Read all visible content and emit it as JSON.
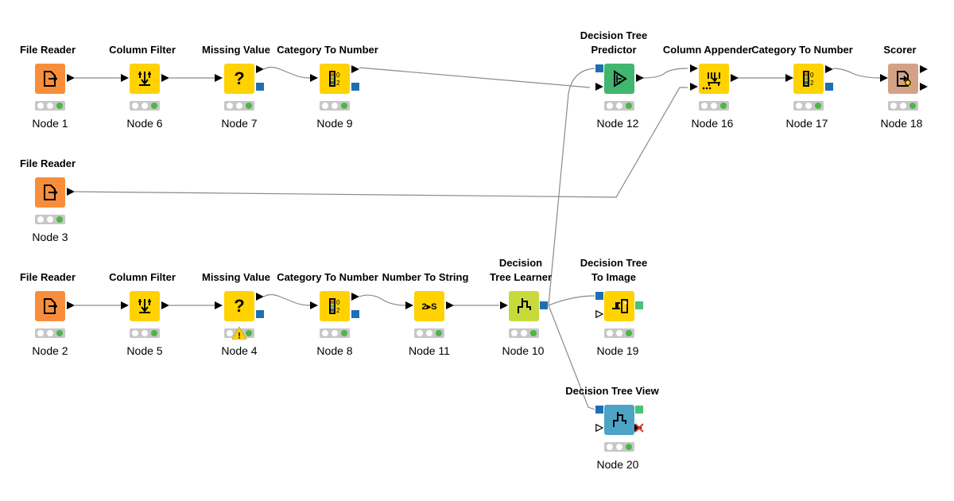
{
  "colors": {
    "reader": "#f88e3b",
    "manipulator": "#ffd200",
    "predictor": "#41b66f",
    "learner": "#c8d93b",
    "scorer": "#d3a286",
    "view": "#4da3c6",
    "status_ok": "#4cb648",
    "port_model": "#1f6eb4",
    "port_image": "#49c27a",
    "connection": "#8a8a8a"
  },
  "nodes": {
    "node1": {
      "label": "File Reader",
      "id": "Node 1",
      "icon": "file-reader-icon"
    },
    "node6": {
      "label": "Column Filter",
      "id": "Node 6",
      "icon": "column-filter-icon"
    },
    "node7": {
      "label": "Missing Value",
      "id": "Node 7",
      "icon": "missing-value-icon",
      "glyph": "?"
    },
    "node9": {
      "label": "Category To Number",
      "id": "Node 9",
      "icon": "category-to-number-icon"
    },
    "node12": {
      "label1": "Decision Tree",
      "label2": "Predictor",
      "id": "Node 12",
      "icon": "predictor-icon"
    },
    "node16": {
      "label": "Column Appender",
      "id": "Node 16",
      "icon": "column-appender-icon"
    },
    "node17": {
      "label": "Category To Number",
      "id": "Node 17",
      "icon": "category-to-number-icon"
    },
    "node18": {
      "label": "Scorer",
      "id": "Node 18",
      "icon": "scorer-icon"
    },
    "node3": {
      "label": "File Reader",
      "id": "Node 3",
      "icon": "file-reader-icon"
    },
    "node2": {
      "label": "File Reader",
      "id": "Node 2",
      "icon": "file-reader-icon"
    },
    "node5": {
      "label": "Column Filter",
      "id": "Node 5",
      "icon": "column-filter-icon"
    },
    "node4": {
      "label": "Missing Value",
      "id": "Node 4",
      "icon": "missing-value-icon",
      "glyph": "?",
      "warning": "!"
    },
    "node8": {
      "label": "Category To Number",
      "id": "Node 8",
      "icon": "category-to-number-icon"
    },
    "node11": {
      "label": "Number To String",
      "id": "Node 11",
      "icon": "number-to-string-icon",
      "glyph": "2▸S"
    },
    "node10": {
      "label1": "Decision",
      "label2": "Tree Learner",
      "id": "Node 10",
      "icon": "tree-learner-icon"
    },
    "node19": {
      "label1": "Decision Tree",
      "label2": "To Image",
      "id": "Node 19",
      "icon": "tree-to-image-icon"
    },
    "node20": {
      "label": "Decision Tree View",
      "id": "Node 20",
      "icon": "tree-view-icon"
    }
  }
}
